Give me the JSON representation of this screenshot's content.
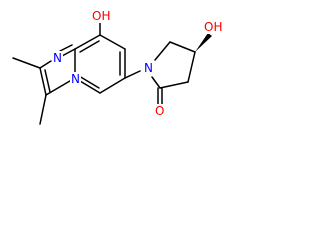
{
  "structure": {
    "atoms": {
      "oh_pyridine": "OH",
      "n_imidazole": "N",
      "n_bridgehead": "N",
      "n_lactam": "N",
      "oh_pyrrolidine": "OH",
      "o_carbonyl": "O"
    },
    "colors": {
      "bond": "#000000",
      "oxygen": "#ff0000",
      "nitrogen": "#0000ff"
    }
  }
}
